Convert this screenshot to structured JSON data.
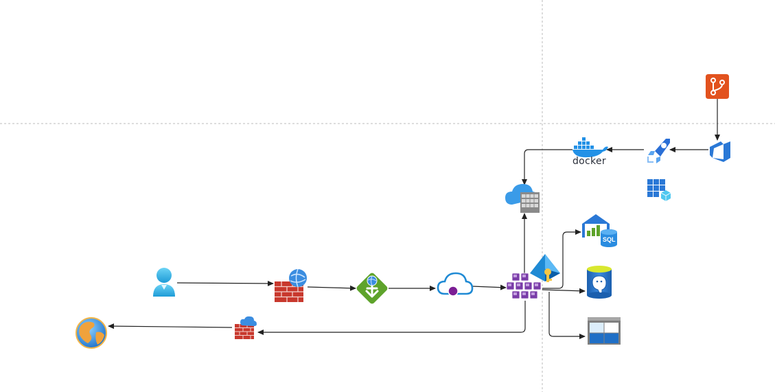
{
  "diagram": {
    "docker_label": "docker",
    "sql_label": "SQL",
    "nodes": [
      {
        "id": "user",
        "icon": "user-icon"
      },
      {
        "id": "web-app-firewall",
        "icon": "web-application-firewall-icon"
      },
      {
        "id": "application-gateway",
        "icon": "application-gateway-icon"
      },
      {
        "id": "private-endpoint",
        "icon": "private-endpoint-icon"
      },
      {
        "id": "kubernetes-service",
        "icon": "kubernetes-service-icon"
      },
      {
        "id": "key-vault",
        "icon": "azure-active-directory-key-icon"
      },
      {
        "id": "container-registry",
        "icon": "container-registry-icon"
      },
      {
        "id": "docker",
        "icon": "docker-icon"
      },
      {
        "id": "pipelines",
        "icon": "azure-pipelines-icon"
      },
      {
        "id": "devops",
        "icon": "azure-devops-icon"
      },
      {
        "id": "git-repo",
        "icon": "git-repo-icon"
      },
      {
        "id": "container-instances",
        "icon": "container-instances-icon"
      },
      {
        "id": "sql-datawarehouse",
        "icon": "sql-server-icon"
      },
      {
        "id": "postgresql",
        "icon": "postgresql-database-icon"
      },
      {
        "id": "storage-table",
        "icon": "storage-table-icon"
      },
      {
        "id": "firewall",
        "icon": "firewall-icon"
      },
      {
        "id": "internet",
        "icon": "globe-icon"
      }
    ],
    "colors": {
      "azure_blue": "#0078d4",
      "light_blue": "#50e6ff",
      "firewall_red": "#c8382d",
      "gateway_green": "#5ea32b",
      "aks_purple": "#6b2c91",
      "git_orange": "#e2521e",
      "postgres_blue": "#2f7fd2",
      "line": "#222222",
      "dashed": "#bbbbbb"
    }
  }
}
